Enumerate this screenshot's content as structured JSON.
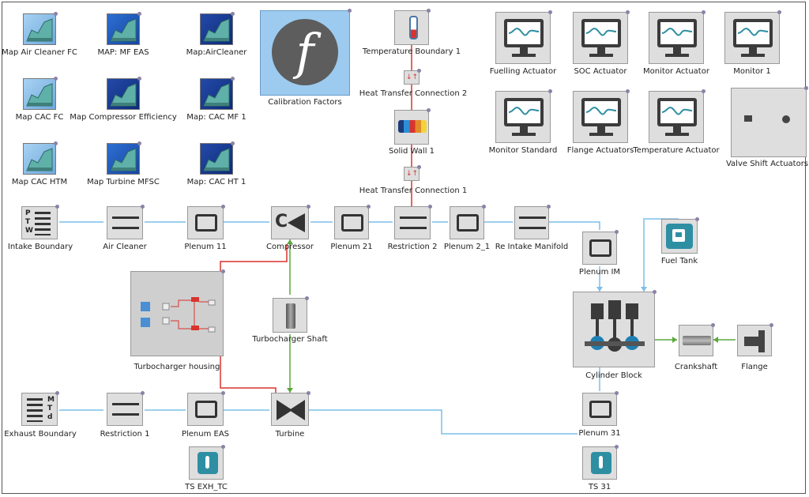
{
  "maps": [
    {
      "label": "Map Air Cleaner FC"
    },
    {
      "label": "MAP: MF EAS"
    },
    {
      "label": "Map:AirCleaner"
    },
    {
      "label": "Map CAC FC"
    },
    {
      "label": "Map Compressor Efficiency"
    },
    {
      "label": "Map: CAC MF 1"
    },
    {
      "label": "Map CAC HTM"
    },
    {
      "label": "Map Turbine MFSC"
    },
    {
      "label": "Map: CAC HT 1"
    }
  ],
  "calibration": {
    "label": "Calibration Factors",
    "glyph": "f"
  },
  "thermal_chain": {
    "temp_boundary": "Temperature Boundary 1",
    "htc2": "Heat Transfer Connection 2",
    "solid_wall": "Solid Wall 1",
    "htc1": "Heat Transfer Connection 1"
  },
  "monitors": [
    {
      "label": "Fuelling Actuator"
    },
    {
      "label": "SOC Actuator"
    },
    {
      "label": "Monitor Actuator"
    },
    {
      "label": "Monitor 1"
    },
    {
      "label": "Monitor Standard"
    },
    {
      "label": "Flange Actuators"
    },
    {
      "label": "Temperature Actuator"
    }
  ],
  "valve_shift": {
    "label": "Valve Shift Actuators"
  },
  "intake_row": [
    {
      "label": "Intake Boundary",
      "letters": [
        "P",
        "T",
        "W"
      ]
    },
    {
      "label": "Air Cleaner"
    },
    {
      "label": "Plenum 11"
    },
    {
      "label": "Compressor",
      "glyph": "C"
    },
    {
      "label": "Plenum 21"
    },
    {
      "label": "Restriction 2"
    },
    {
      "label": "Plenum 2_1"
    },
    {
      "label": "Re Intake Manifold"
    }
  ],
  "plenum_im": {
    "label": "Plenum IM"
  },
  "fuel_tank": {
    "label": "Fuel Tank"
  },
  "turbo_housing": {
    "label": "Turbocharger housing"
  },
  "turbo_shaft": {
    "label": "Turbocharger Shaft"
  },
  "cylinder_block": {
    "label": "Cylinder Block"
  },
  "crankshaft": {
    "label": "Crankshaft"
  },
  "flange": {
    "label": "Flange"
  },
  "exhaust_row": [
    {
      "label": "Exhaust Boundary",
      "letters": [
        "M",
        "T",
        "d"
      ]
    },
    {
      "label": "Restriction 1"
    },
    {
      "label": "Plenum EAS"
    },
    {
      "label": "Turbine"
    }
  ],
  "plenum31": {
    "label": "Plenum 31"
  },
  "ts_exh": {
    "label": "TS EXH_TC"
  },
  "ts31": {
    "label": "TS 31"
  },
  "colors": {
    "gas": "#7cbfe8",
    "thermal": "#d9332f",
    "mech": "#5aa83c",
    "box": "#dcdcdc",
    "port_blue": "#3a96e0",
    "port_red": "#d9332f",
    "dot": "#8a82a8"
  }
}
